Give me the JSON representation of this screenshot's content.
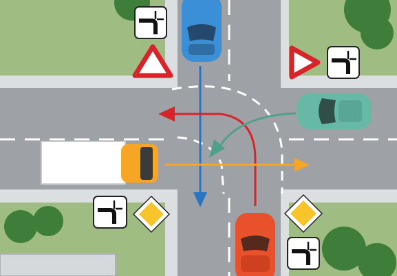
{
  "colors": {
    "grass": "#9fbd82",
    "sidewalk": "#dcdfe2",
    "road": "#9ea2a6",
    "lane_marking": "#ffffff",
    "priority_path": "#ffffff",
    "blue_car": "#3b8fd6",
    "red_car": "#e8512c",
    "teal_car": "#67b9a5",
    "truck_cab": "#f6a623",
    "truck_box": "#ffffff",
    "arrow_blue": "#2a74c4",
    "arrow_red": "#d8232a",
    "arrow_teal": "#4f9f8a",
    "arrow_orange": "#f6a623",
    "yield_border": "#d8232a",
    "priority_fill": "#f7c52b",
    "tree": "#3e7d3a"
  },
  "signs": [
    {
      "name": "route-indicator-sign",
      "icon": "priority-road-bend-icon",
      "location": "top-left"
    },
    {
      "name": "yield-sign",
      "icon": "yield-triangle-icon",
      "location": "top-left"
    },
    {
      "name": "yield-sign",
      "icon": "yield-triangle-icon",
      "location": "top-right"
    },
    {
      "name": "route-indicator-sign",
      "icon": "priority-road-bend-icon",
      "location": "top-right"
    },
    {
      "name": "route-indicator-sign",
      "icon": "priority-road-bend-icon",
      "location": "bottom-left"
    },
    {
      "name": "priority-road-sign",
      "icon": "priority-road-diamond-icon",
      "location": "bottom-left"
    },
    {
      "name": "priority-road-sign",
      "icon": "priority-road-diamond-icon",
      "location": "bottom-right"
    },
    {
      "name": "route-indicator-sign",
      "icon": "priority-road-bend-icon",
      "location": "bottom-right"
    }
  ],
  "vehicles": [
    {
      "name": "blue-car",
      "direction": "southbound",
      "maneuver": "straight"
    },
    {
      "name": "red-car",
      "direction": "northbound",
      "maneuver": "left-turn"
    },
    {
      "name": "teal-car",
      "direction": "westbound",
      "maneuver": "left-turn"
    },
    {
      "name": "truck",
      "direction": "eastbound",
      "maneuver": "straight"
    }
  ]
}
